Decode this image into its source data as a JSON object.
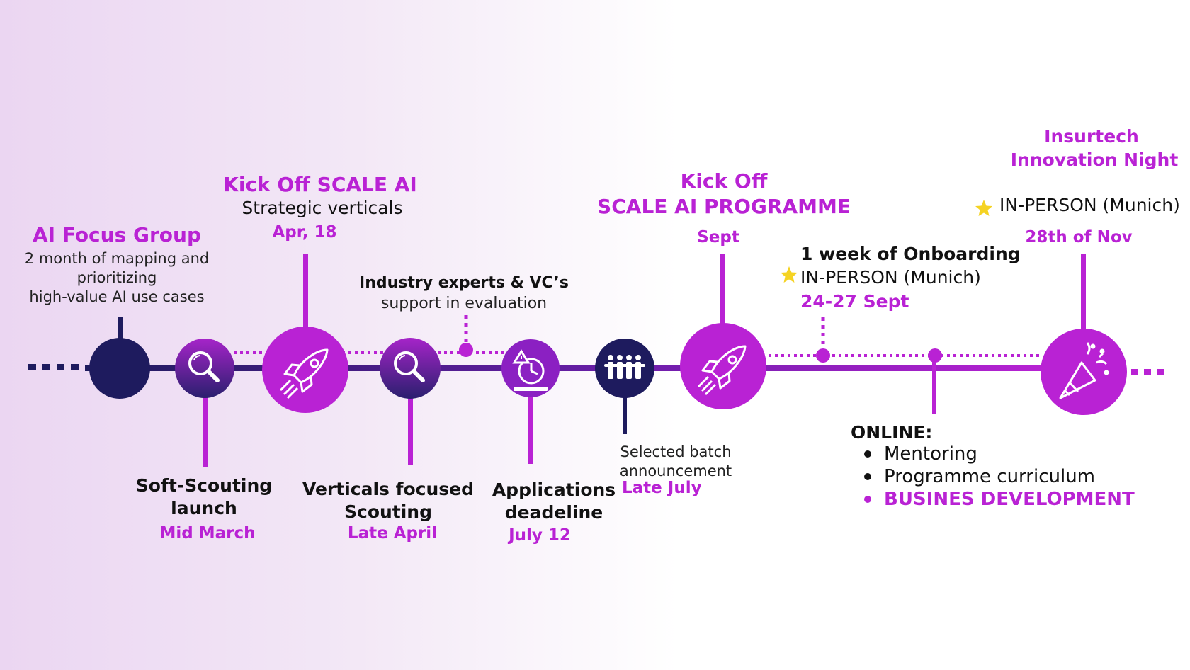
{
  "colors": {
    "purple": "#b922d4",
    "navy": "#1e1b5e",
    "deep_purple": "#5a1c9e",
    "star": "#f5d323"
  },
  "milestones": [
    {
      "id": "ai-focus-group",
      "title": "AI Focus Group",
      "desc_lines": [
        "2 month of mapping and",
        "prioritizing",
        "high-value AI use cases"
      ],
      "icon": "dot"
    },
    {
      "id": "soft-scouting",
      "title_lines": [
        "Soft-Scouting",
        "launch"
      ],
      "date": "Mid March",
      "icon": "magnifier-icon"
    },
    {
      "id": "kickoff-scale-ai",
      "title": "Kick Off SCALE AI",
      "subtitle": "Strategic verticals",
      "date": "Apr, 18",
      "icon": "rocket-icon"
    },
    {
      "id": "verticals-scouting",
      "title_lines": [
        "Verticals focused",
        "Scouting"
      ],
      "date": "Late April",
      "icon": "magnifier-icon"
    },
    {
      "id": "industry-experts",
      "title": "Industry experts & VC’s",
      "subtitle": "support in evaluation"
    },
    {
      "id": "applications-deadline",
      "title_lines": [
        "Applications",
        "deadeline"
      ],
      "date": "July 12",
      "icon": "deadline-clock-icon"
    },
    {
      "id": "selected-batch",
      "desc_lines": [
        "Selected batch",
        "announcement"
      ],
      "date": "Late July",
      "icon": "team-icon"
    },
    {
      "id": "kickoff-programme",
      "title_lines": [
        "Kick Off",
        "SCALE AI PROGRAMME"
      ],
      "date": "Sept",
      "icon": "rocket-icon"
    },
    {
      "id": "onboarding",
      "title": "1 week of Onboarding",
      "subtitle": "IN-PERSON (Munich)",
      "date": "24-27 Sept",
      "icon": "star-icon"
    },
    {
      "id": "online",
      "title": "ONLINE:",
      "items": [
        "Mentoring",
        "Programme curriculum",
        "BUSINES DEVELOPMENT"
      ]
    },
    {
      "id": "innovation-night",
      "title_lines": [
        "Insurtech",
        "Innovation Night"
      ],
      "subtitle": "IN-PERSON (Munich)",
      "date": "28th of Nov",
      "icon": "party-popper-icon"
    }
  ]
}
